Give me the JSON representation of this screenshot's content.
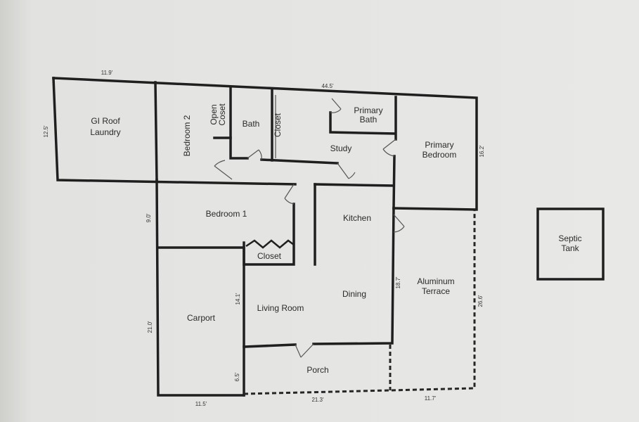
{
  "rooms": {
    "laundry": [
      "GI Roof",
      "Laundry"
    ],
    "bedroom2": "Bedroom 2",
    "open_closet": [
      "Open",
      "Coset"
    ],
    "bath": "Bath",
    "closet_top": "Closet",
    "primary_bath": [
      "Primary",
      "Bath"
    ],
    "study": "Study",
    "primary_bedroom": [
      "Primary",
      "Bedroom"
    ],
    "bedroom1": "Bedroom 1",
    "kitchen": "Kitchen",
    "closet_mid": "Closet",
    "living_room": "Living Room",
    "dining": "Dining",
    "carport": "Carport",
    "porch": "Porch",
    "terrace": [
      "Aluminum",
      "Terrace"
    ],
    "septic": [
      "Septic",
      "Tank"
    ]
  },
  "dimensions": {
    "top_left": "11.9'",
    "top": "44.5'",
    "left": "12.5'",
    "primary_bedroom": "16.2'",
    "bedroom1": "9.0'",
    "carport_side": "21.0'",
    "living": "14.1'",
    "porch_side": "6.5'",
    "terrace_inner": "18.7'",
    "terrace_outer": "26.6'",
    "bottom_carport": "11.5'",
    "bottom_porch": "21.3'",
    "bottom_terrace": "11.7'"
  }
}
